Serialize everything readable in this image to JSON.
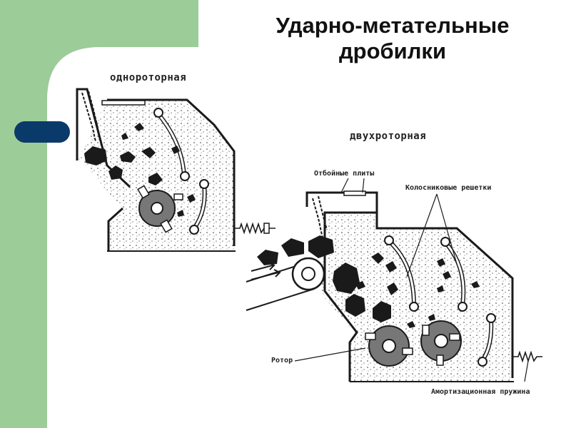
{
  "slide": {
    "title_line1": "Ударно-метательные",
    "title_line2": "дробилки",
    "colors": {
      "side_band": "#9ccc97",
      "bullet": "#0a3a6a",
      "ink": "#1a1a1a"
    }
  },
  "diagram": {
    "single_rotor_label": "однороторная",
    "double_rotor_label": "двухроторная",
    "callouts": {
      "impact_plates": "Отбойные плиты",
      "grate_bars": "Колосниковые решетки",
      "rotor": "Ротор",
      "spring": "Амортизационная пружина"
    }
  }
}
